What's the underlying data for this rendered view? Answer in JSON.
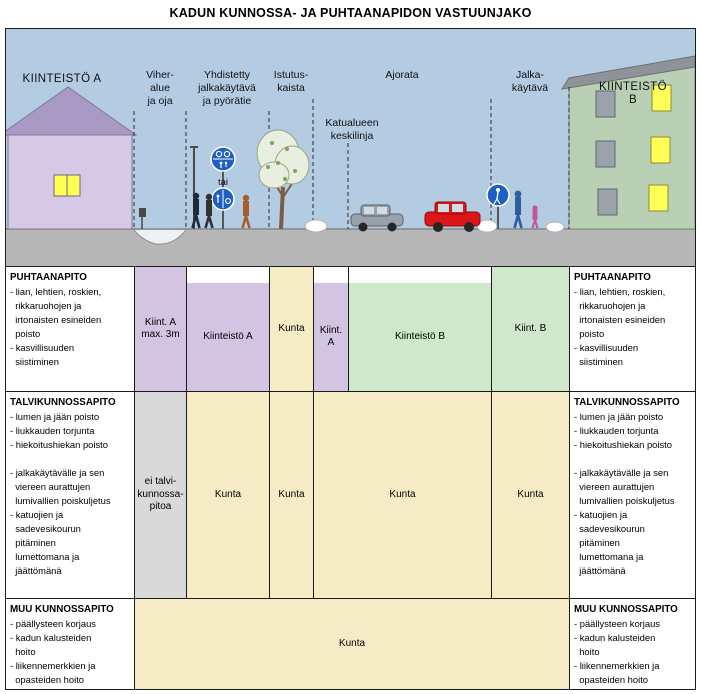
{
  "title": "KADUN KUNNOSSA- JA PUHTAANAPIDON VASTUUNJAKO",
  "colors": {
    "sky": "#b3cce2",
    "ground": "#b7b7b7",
    "cell_lavender": "#d3c5e2",
    "cell_yellow": "#f5ecc6",
    "cell_green": "#cfe7cb",
    "cell_gray": "#d9d9d9",
    "sign_blue": "#1f5fc2",
    "car_red": "#dd1618",
    "window_yellow": "#ffff55"
  },
  "illustration": {
    "property_a": "KIINTEISTÖ A",
    "green_zone": "Viher-\nalue\nja oja",
    "combined_path": "Yhdistetty\njalkakäytävä\nja pyörätie",
    "planting_strip": "Istutus-\nkaista",
    "roadway": "Ajorata",
    "centerline": "Katualueen\nkeskilinja",
    "sidewalk": "Jalka-\nkäytävä",
    "property_b": "KIINTEISTÖ B",
    "or_label": "tai"
  },
  "table": {
    "row1": {
      "header": "PUHTAANAPITO",
      "desc": "- lian, lehtien, roskien,\n  rikkaruohojen ja\n  irtonaisten esineiden\n  poisto\n- kasvillisuuden\n  siistiminen",
      "c1": "Kiint. A\nmax. 3m",
      "c2": "Kiinteistö A",
      "c3": "Kunta",
      "c4": "Kiint.\nA",
      "c5": "Kiinteistö B",
      "c6": "Kiint. B"
    },
    "row2": {
      "header": "TALVIKUNNOSSAPITO",
      "desc": "- lumen ja jään poisto\n- liukkauden torjunta\n- hiekoitushiekan poisto\n\n- jalkakäytävälle ja sen\n  viereen aurattujen\n  lumivallien poiskuljetus\n- katuojien ja\n  sadevesikourun\n  pitäminen\n  lumettomana ja\n  jäättömänä",
      "c1": "ei talvi-\nkunnossa-\npitoa",
      "c2": "Kunta",
      "c3": "Kunta",
      "c45": "Kunta",
      "c6": "Kunta"
    },
    "row3": {
      "header": "MUU KUNNOSSAPITO",
      "desc": "- päällysteen korjaus\n- kadun kalusteiden\n  hoito\n- liikennemerkkien ja\n  opasteiden hoito",
      "c16": "Kunta"
    }
  }
}
